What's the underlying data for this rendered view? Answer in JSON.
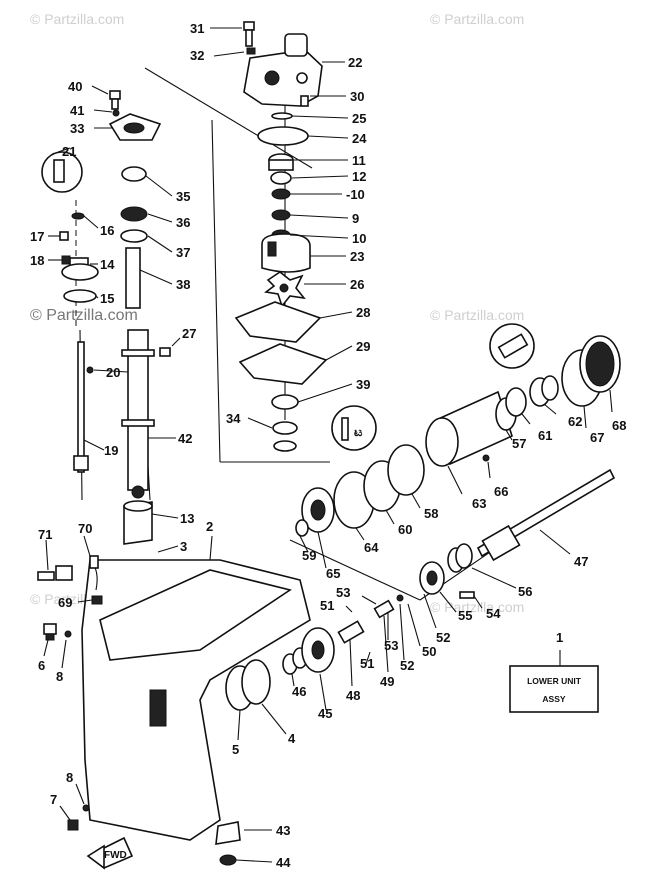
{
  "watermarks": [
    "© Partzilla.com",
    "© Partzilla.com",
    "© Partzilla.com",
    "© Partzilla.com",
    "© Partzilla.com",
    "© Partzilla.com"
  ],
  "callouts": {
    "n1": "1",
    "n2": "2",
    "n3": "3",
    "n4": "4",
    "n5": "5",
    "n6": "6",
    "n7": "7",
    "n8a": "8",
    "n8b": "8",
    "n9": "9",
    "n10a": "10",
    "n10b": "-10",
    "n11": "11",
    "n12": "12",
    "n13": "13",
    "n14": "14",
    "n15": "15",
    "n16": "16",
    "n17": "17",
    "n18": "18",
    "n19": "19",
    "n20": "20",
    "n21": "21",
    "n22": "22",
    "n23": "23",
    "n24": "24",
    "n25": "25",
    "n26": "26",
    "n27": "27",
    "n28": "28",
    "n29": "29",
    "n30": "30",
    "n31": "31",
    "n32": "32",
    "n33": "33",
    "n34": "34",
    "n35": "35",
    "n36": "36",
    "n37": "37",
    "n38": "38",
    "n39": "39",
    "n40": "40",
    "n41": "41",
    "n42": "42",
    "n43": "43",
    "n44": "44",
    "n45": "45",
    "n46": "46",
    "n47": "47",
    "n48": "48",
    "n49": "49",
    "n50": "50",
    "n51a": "51",
    "n51b": "51",
    "n52a": "52",
    "n52b": "52",
    "n53a": "53",
    "n53b": "53",
    "n54": "54",
    "n55": "55",
    "n56": "56",
    "n57": "57",
    "n58": "58",
    "n59": "59",
    "n60": "60",
    "n61": "61",
    "n62": "62",
    "n63": "63",
    "n64": "64",
    "n65": "65",
    "n66": "66",
    "n67": "67",
    "n68": "68",
    "n69": "69",
    "n70": "70",
    "n71": "71"
  },
  "assy_box": {
    "line1": "LOWER UNIT",
    "line2": "ASSY"
  },
  "fwd_arrow": "FWD",
  "colors": {
    "ink": "#111111",
    "paper": "#ffffff",
    "watermark": "#cfcfcf"
  }
}
